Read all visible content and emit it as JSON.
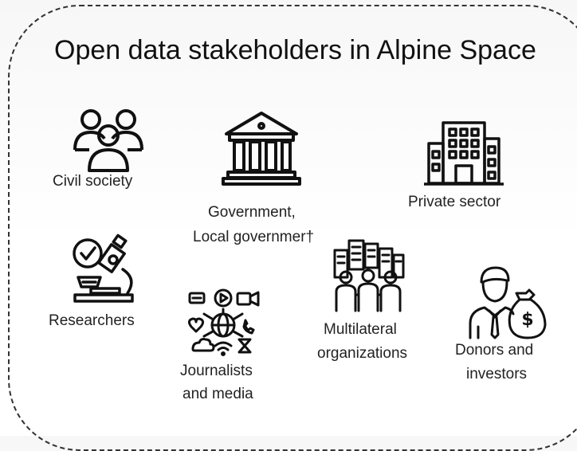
{
  "title": "Open data stakeholders in Alpine Space",
  "stakeholders": {
    "civil_society": {
      "label": "Civil society",
      "icon": "people-group-icon"
    },
    "government": {
      "label_line1": "Government,",
      "label_line2": "Local governmer†",
      "icon": "government-building-icon"
    },
    "private_sector": {
      "label": "Private sector",
      "icon": "office-building-icon"
    },
    "researchers": {
      "label": "Researchers",
      "icon": "microscope-icon"
    },
    "journalists": {
      "label_line1": "Journalists",
      "label_line2": "and media",
      "icon": "media-network-icon"
    },
    "multilateral": {
      "label_line1": "Multilateral",
      "label_line2": "organizations",
      "icon": "city-people-icon"
    },
    "donors": {
      "label_line1": "Donors and",
      "label_line2": "investors",
      "icon": "businessman-money-bag-icon"
    }
  }
}
